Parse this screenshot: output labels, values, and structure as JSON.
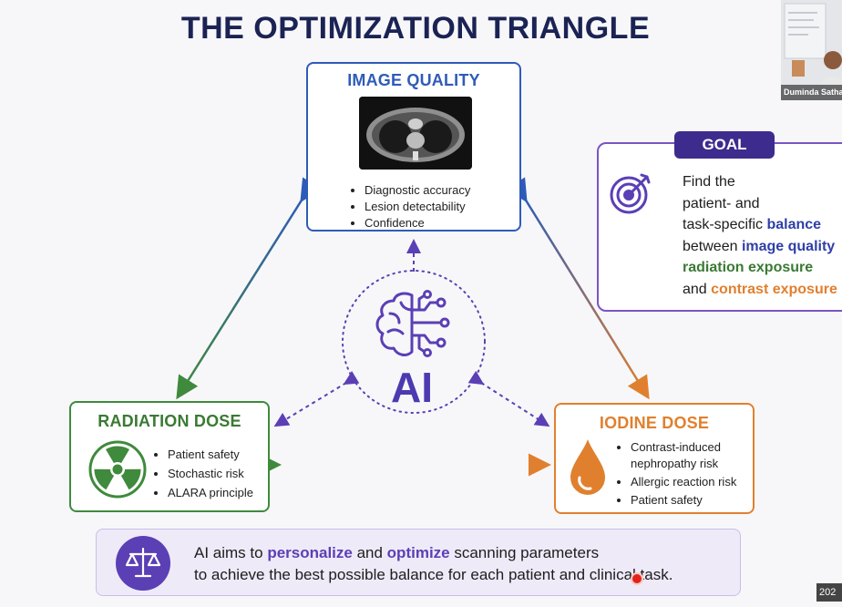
{
  "title": "THE OPTIMIZATION TRIANGLE",
  "image_quality": {
    "title": "IMAGE QUALITY",
    "bullets": [
      "Diagnostic accuracy",
      "Lesion detectability",
      "Confidence"
    ]
  },
  "radiation_dose": {
    "title": "RADIATION DOSE",
    "bullets": [
      "Patient safety",
      "Stochastic risk",
      "ALARA principle"
    ]
  },
  "iodine_dose": {
    "title": "IODINE DOSE",
    "bullets": [
      "Contrast-induced nephropathy risk",
      "Allergic reaction risk",
      "Patient safety"
    ]
  },
  "center": {
    "label": "AI"
  },
  "goal": {
    "badge": "GOAL",
    "line1": "Find the",
    "line2": "patient- and",
    "line3_a": "task-specific ",
    "line3_b": "balance",
    "line4_a": "between ",
    "line4_b": "image quality",
    "line5": "radiation exposure",
    "line6_a": "and ",
    "line6_b": "contrast exposure"
  },
  "bottom": {
    "line1_a": "AI aims to ",
    "line1_b": "personalize",
    "line1_c": " and ",
    "line1_d": "optimize",
    "line1_e": " scanning parameters",
    "line2": "to achieve the best possible balance for each patient and clinical task."
  },
  "overlay": {
    "participant_name": "Duminda Satha",
    "timestamp": "202"
  },
  "colors": {
    "title": "#1b2354",
    "image_quality": "#2f5bb8",
    "radiation": "#3f8a3c",
    "iodine": "#e0802f",
    "ai": "#4c3ab0",
    "goal": "#3d2c8d"
  },
  "icons": [
    "ct-monitor-icon",
    "radiation-icon",
    "drop-icon",
    "brain-circuit-icon",
    "target-icon",
    "scales-icon"
  ]
}
